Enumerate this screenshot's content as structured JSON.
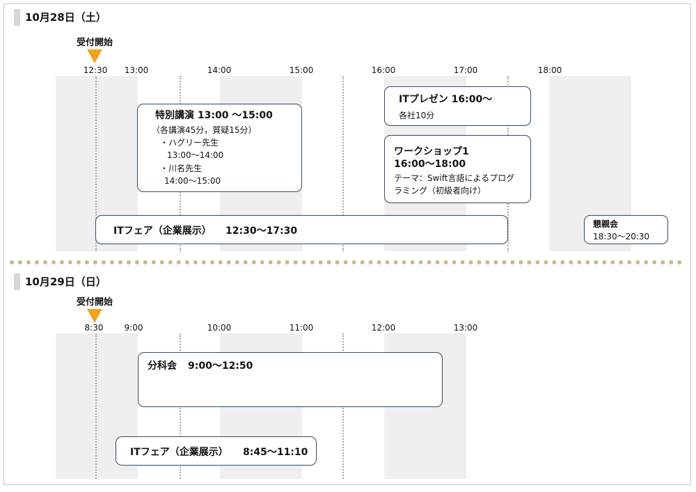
{
  "day1": {
    "title": "10月28日（土）",
    "reception": "受付開始",
    "ticks": [
      "12:30",
      "13:00",
      "14:00",
      "15:00",
      "16:00",
      "17:00",
      "18:00"
    ],
    "tokubetsu": {
      "title": "特別講演 13:00 ～15:00",
      "note": "（各講演45分，質疑15分）",
      "speaker1": "・ハグリー先生",
      "time1": "13:00～14:00",
      "speaker2": "・川名先生",
      "time2": "14:00～15:00"
    },
    "it_presen": {
      "title": "ITプレゼン 16:00～",
      "note": "各社10分"
    },
    "workshop": {
      "title": "ワークショップ1",
      "time": "16:00～18:00",
      "theme1": "テーマ：Swift言語によるプログ",
      "theme2": "ラミング（初級者向け）"
    },
    "it_fair": {
      "title": "ITフェア（企業展示）",
      "time": "12:30～17:30"
    },
    "konshinkai": {
      "title": "懇親会",
      "time": "18:30～20:30"
    }
  },
  "day2": {
    "title": "10月29日（日）",
    "reception": "受付開始",
    "ticks": [
      "8:30",
      "9:00",
      "10:00",
      "11:00",
      "12:00",
      "13:00"
    ],
    "bunkakai": {
      "title": "分科会",
      "time": "9:00～12:50"
    },
    "it_fair": {
      "title": "ITフェア（企業展示）",
      "time": "8:45～11:10"
    }
  },
  "colors": {
    "accent": "#f2a21e",
    "box_border": "#2f4a63",
    "band": "#efefef",
    "separator": "#c8b88c"
  }
}
